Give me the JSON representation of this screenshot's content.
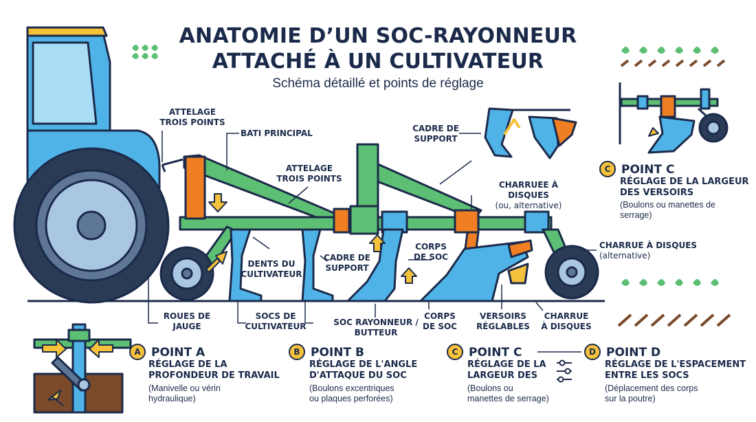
{
  "header": {
    "title_line1": "ANATOMIE D’UN SOC-RAYONNEUR",
    "title_line2": "ATTACHÉ À UN CULTIVATEUR",
    "subtitle": "Schéma détaillé et points de réglage"
  },
  "labels": {
    "attelage_1": [
      "ATTELAGE",
      "TROIS POINTS"
    ],
    "bati": "BATI PRINCIPAL",
    "attelage_2": [
      "ATTELAGE",
      "TROIS POINTS"
    ],
    "cadre_support_top": [
      "CADRE DE",
      "SUPPORT"
    ],
    "charrue_disques_mid": [
      "CHARRUEE À DISQUES",
      "(ou, alternative)"
    ],
    "dents": [
      "DENTS DU",
      "CULTIVATEUR"
    ],
    "cadre_support_low": [
      "CADRE DE",
      "SUPPORT"
    ],
    "corps_soc_mid": [
      "CORPS",
      "DE SOC"
    ],
    "charrue_right": [
      "CHARRUE À DISQUES",
      "(alternative)"
    ],
    "roues": [
      "ROUES DE",
      "JAUGE"
    ],
    "socs": [
      "SOCS DE",
      "CULTIVATEUR"
    ],
    "soc_rayonneur": [
      "SOC RAYONNEUR /",
      "BUTTEUR"
    ],
    "corps_soc_low": [
      "CORPS",
      "DE SOC"
    ],
    "versoirs": [
      "VERSOIRS",
      "RÉGLABLES"
    ],
    "charrue_low": [
      "CHARRUE",
      "À DISQUES"
    ]
  },
  "inset_point_c": {
    "badge": "C",
    "head": "POINT C",
    "title": [
      "RÉGLAGE DE LA LARGEUR",
      "DES VERSOIRS"
    ],
    "note": [
      "(Boulons ou manettes de",
      "serrage)"
    ]
  },
  "points": [
    {
      "badge": "A",
      "head": "POINT A",
      "title": [
        "RÉGLAGE DE LA",
        "PROFONDEUR DE TRAVAIL"
      ],
      "note": [
        "(Manivelle ou vérin",
        "hydraulique)"
      ]
    },
    {
      "badge": "B",
      "head": "POINT B",
      "title": [
        "RÉGLAGE DE L'ANGLE",
        "D'ATTAQUE DU SOC"
      ],
      "note": [
        "(Boulons excentriques",
        "ou plaques perforées)"
      ]
    },
    {
      "badge": "C",
      "head": "POINT C",
      "title": [
        "RÉGLAGE DE LA",
        "LARGEUR DES"
      ],
      "note": [
        "(Boulons ou",
        "manettes de serrage)"
      ]
    },
    {
      "badge": "D",
      "head": "POINT D",
      "title": [
        "RÉGLAGE DE L'ESPACEMENT",
        "ENTRE LES SOCS"
      ],
      "note": [
        "(Déplacement des corps",
        "sur la poutre)"
      ]
    }
  ],
  "colors": {
    "navy": "#1b2a4a",
    "green": "#5cbf73",
    "blue": "#4fb3e8",
    "orange": "#ef7f22",
    "yellow": "#f7c23b",
    "soil": "#7a4a2a"
  }
}
